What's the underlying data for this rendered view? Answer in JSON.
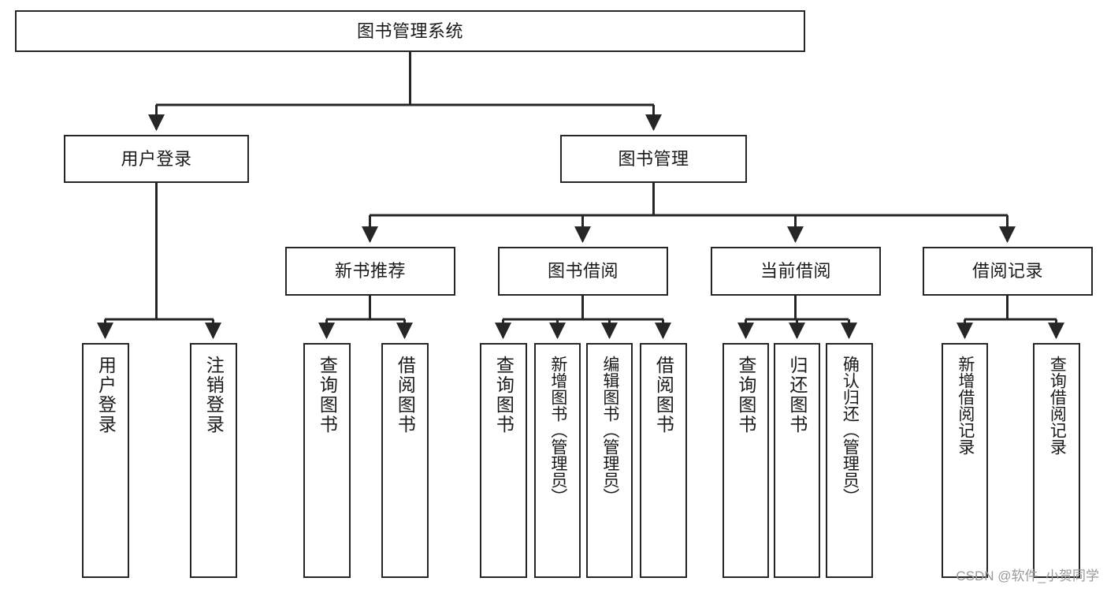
{
  "diagram": {
    "title": "图书管理系统",
    "type": "hierarchy-tree",
    "orientation": "top-down",
    "colors": {
      "box_border": "#262626",
      "box_fill": "#ffffff",
      "edge": "#262626",
      "text": "#1a1a1a",
      "watermark": "#9a9a9a"
    },
    "nodes": {
      "root": {
        "label": "图书管理系统"
      },
      "level2": [
        {
          "id": "user-login",
          "label": "用户登录"
        },
        {
          "id": "book-manage",
          "label": "图书管理"
        }
      ],
      "level3": [
        {
          "id": "new-book-recommend",
          "label": "新书推荐"
        },
        {
          "id": "book-borrow",
          "label": "图书借阅"
        },
        {
          "id": "current-borrow",
          "label": "当前借阅"
        },
        {
          "id": "borrow-record",
          "label": "借阅记录"
        }
      ],
      "leaves": [
        {
          "id": "leaf-user-login",
          "label": "用户登录",
          "parent": "user-login"
        },
        {
          "id": "leaf-logout-login",
          "label": "注销登录",
          "parent": "user-login"
        },
        {
          "id": "leaf-query-book-1",
          "label": "查询图书",
          "parent": "new-book-recommend"
        },
        {
          "id": "leaf-borrow-book-1",
          "label": "借阅图书",
          "parent": "new-book-recommend"
        },
        {
          "id": "leaf-query-book-2",
          "label": "查询图书",
          "parent": "book-borrow"
        },
        {
          "id": "leaf-add-book",
          "label": "新增图书（管理员）",
          "parent": "book-borrow"
        },
        {
          "id": "leaf-edit-book",
          "label": "编辑图书（管理员）",
          "parent": "book-borrow"
        },
        {
          "id": "leaf-borrow-book-2",
          "label": "借阅图书",
          "parent": "book-borrow"
        },
        {
          "id": "leaf-query-book-3",
          "label": "查询图书",
          "parent": "current-borrow"
        },
        {
          "id": "leaf-return-book",
          "label": "归还图书",
          "parent": "current-borrow"
        },
        {
          "id": "leaf-confirm-return",
          "label": "确认归还（管理员）",
          "parent": "current-borrow"
        },
        {
          "id": "leaf-add-record",
          "label": "新增借阅记录",
          "parent": "borrow-record"
        },
        {
          "id": "leaf-query-record",
          "label": "查询借阅记录",
          "parent": "borrow-record"
        }
      ]
    },
    "watermark": "CSDN @软件_小贺同学"
  }
}
